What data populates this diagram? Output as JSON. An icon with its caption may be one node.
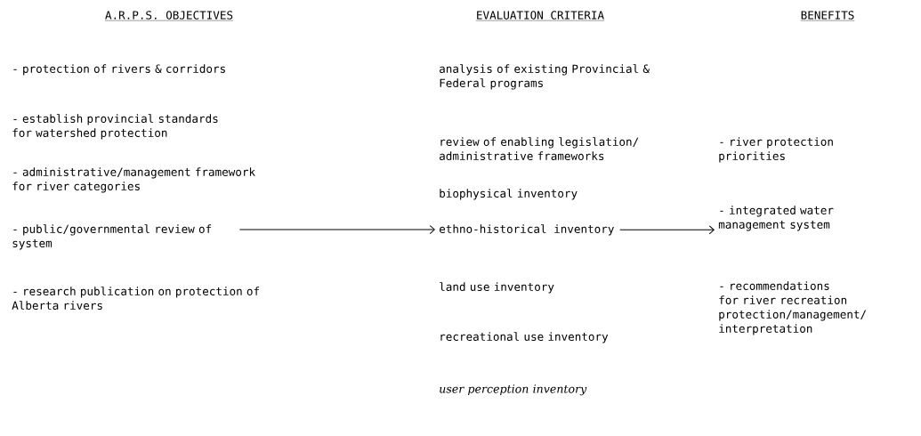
{
  "diagram": {
    "nodes": [
      {
        "text": [
          "- public/governmental review of system"
        ]
      },
      {
        "text": [
          "ethno-historical inventory"
        ]
      },
      {
        "text": [
          "- integrated water management system"
        ]
      }
    ],
    "edges": [
      {
        "from": 0,
        "to": 1,
        "arrow": "to"
      },
      {
        "from": 1,
        "to": 2,
        "arrow": "to"
      }
    ],
    "labels": [
      "A.R.P.S. OBJECTIVES",
      "EVALUATION CRITERIA",
      "BENEFITS",
      "- protection of rivers & corridors",
      "- establish provincial standards for watershed protection",
      "- administrative/management framework for river categories",
      "- research publication on protection of Alberta rivers",
      "analysis of existing Provincial & Federal programs",
      "review of enabling legislation/ administrative frameworks",
      "biophysical inventory",
      "land use inventory",
      "recreational use inventory",
      "user perception inventory",
      "- river protection priorities",
      "- recommendations for river recreation protection/management/ interpretation"
    ]
  }
}
